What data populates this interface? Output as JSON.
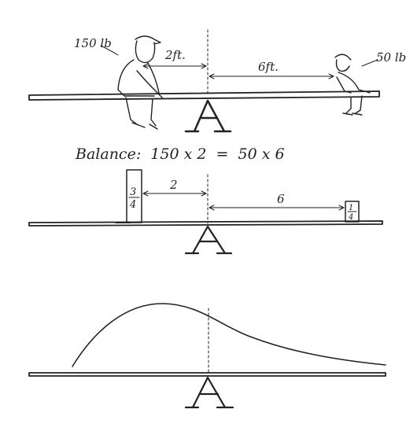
{
  "top_panel": {
    "weight_left": "150 lb",
    "weight_right": "50 lb",
    "dist_left": "2ft.",
    "dist_right": "6ft."
  },
  "balance_equation": "Balance:  150 x 2  =  50 x 6",
  "middle_panel": {
    "block_left_num": "3",
    "block_left_den": "4",
    "block_right_num": "1",
    "block_right_den": "4",
    "dist_left": "2",
    "dist_right": "6"
  },
  "colors": {
    "ink": "#222222",
    "background": "#ffffff"
  }
}
